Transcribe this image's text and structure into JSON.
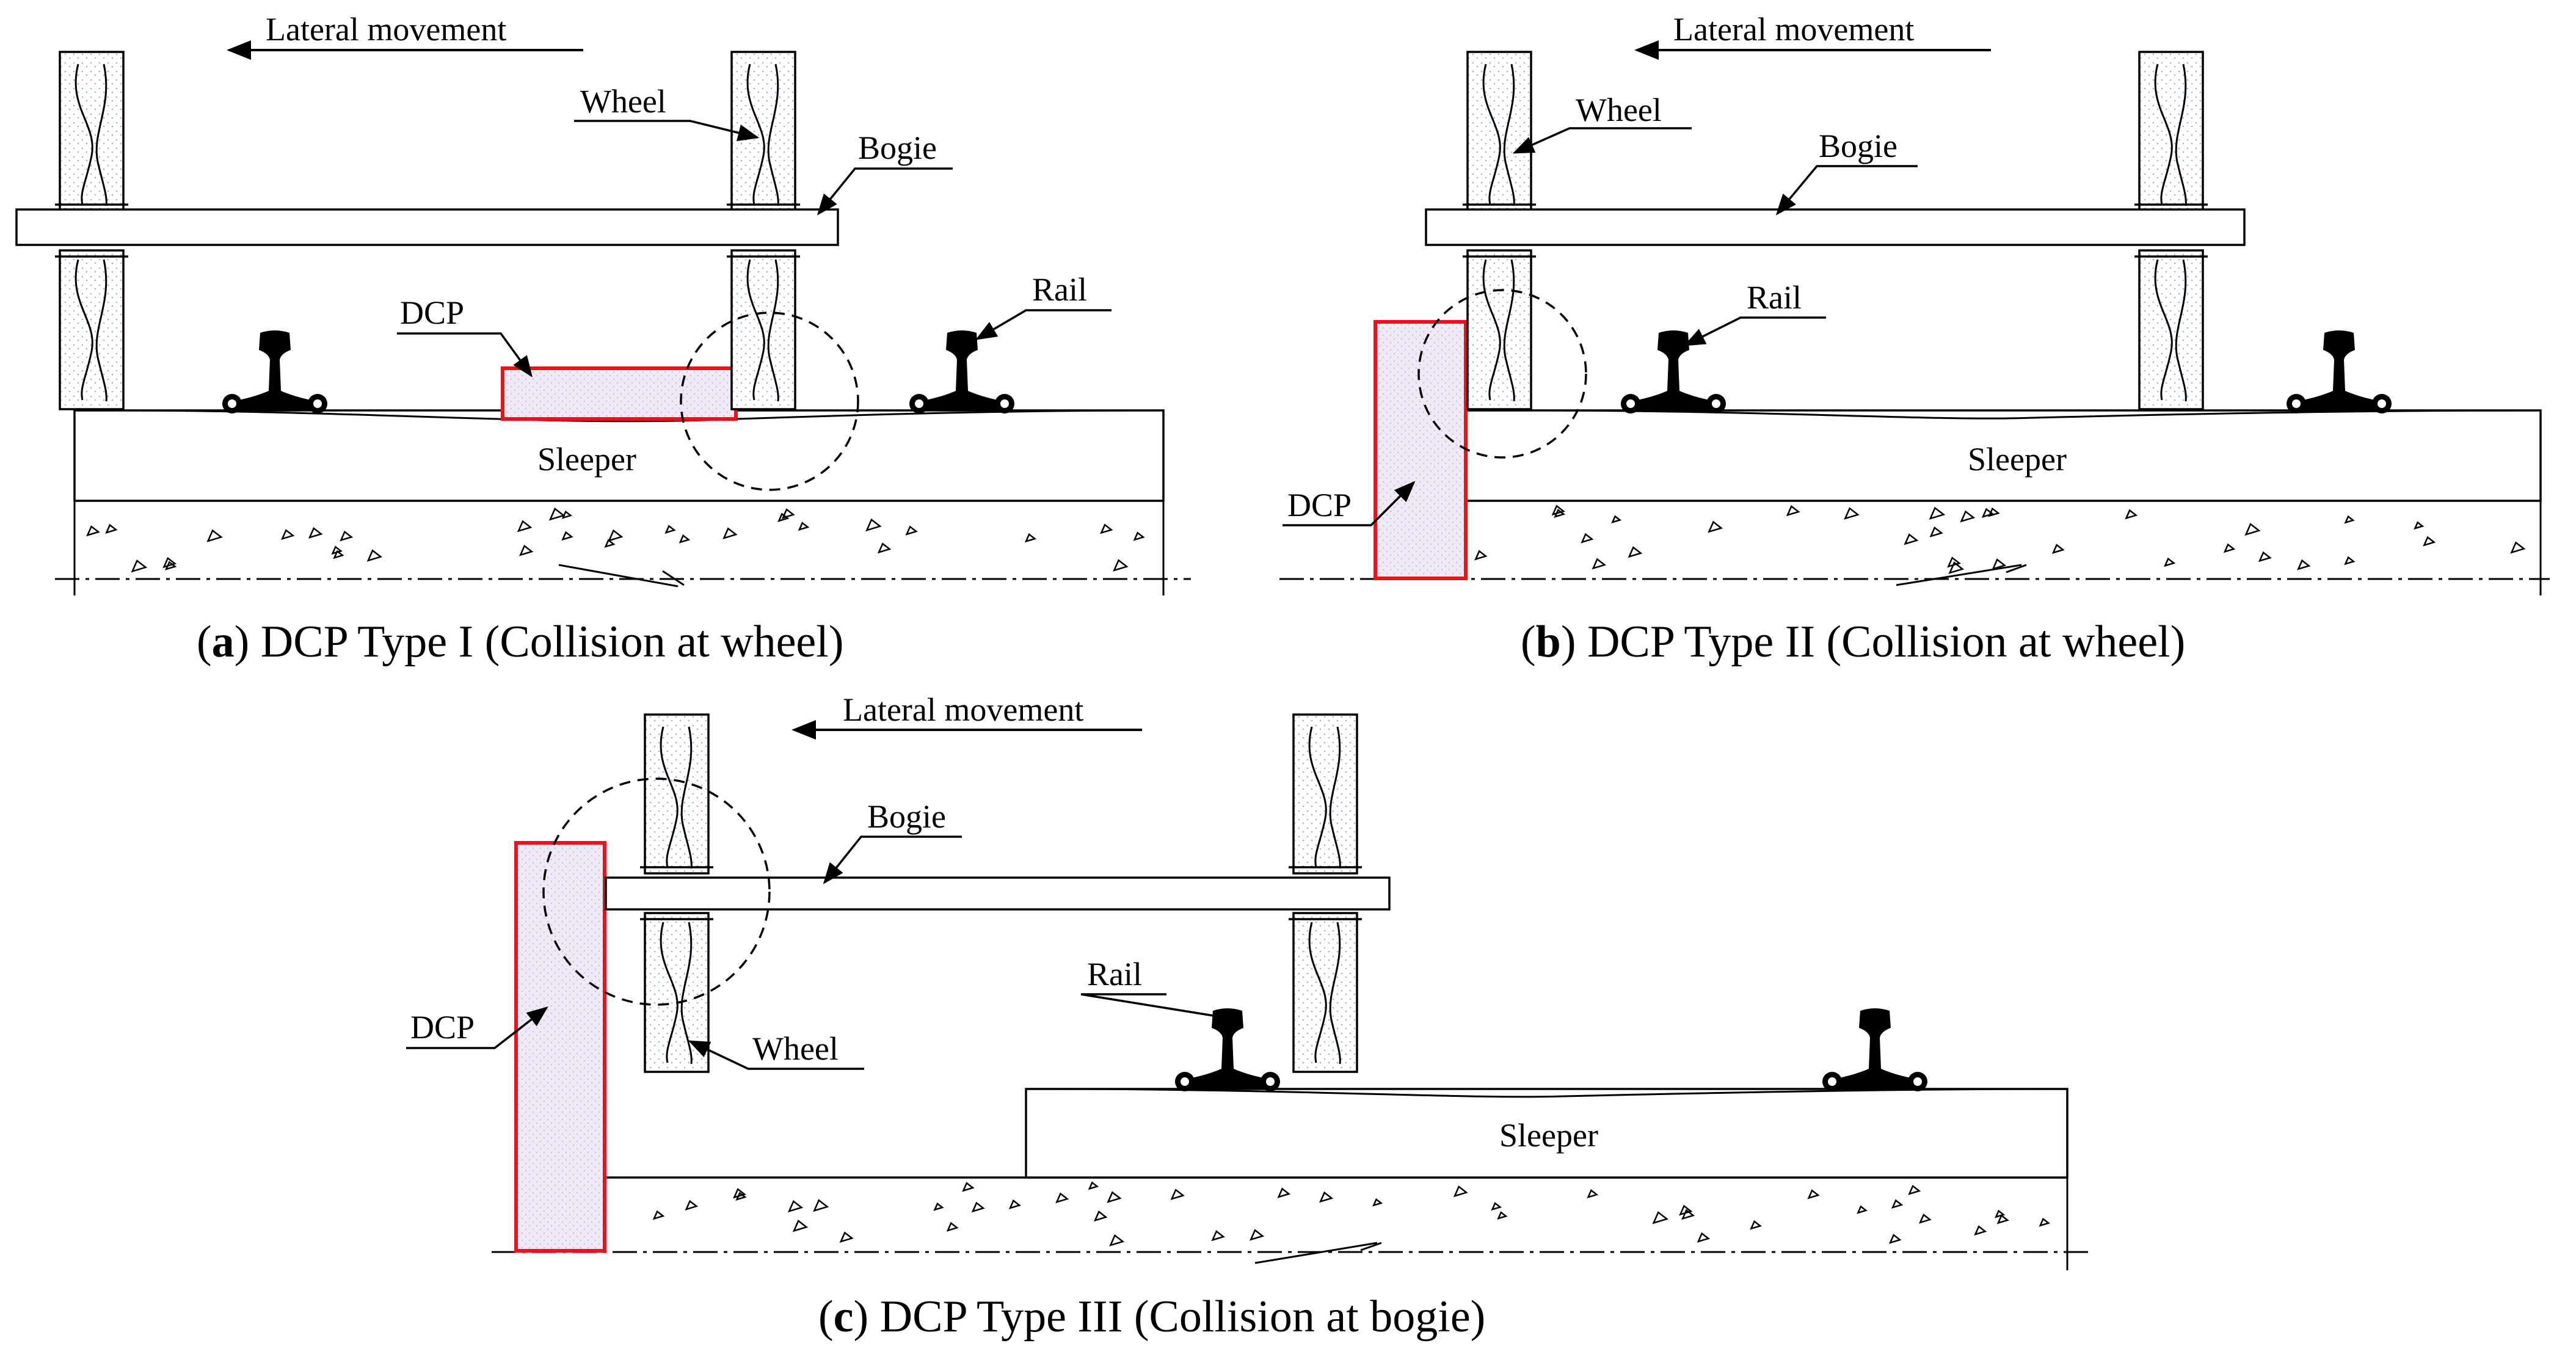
{
  "colors": {
    "line": "#000000",
    "dcp_outline": "#e8141c",
    "dcp_fill": "#ece6f3",
    "stipple": "#c8d8ec"
  },
  "labels": {
    "lateral_movement": "Lateral movement",
    "wheel": "Wheel",
    "bogie": "Bogie",
    "rail": "Rail",
    "dcp": "DCP",
    "sleeper": "Sleeper"
  },
  "panels": [
    {
      "id": "a",
      "caption_letter": "a",
      "caption_rest": ") DCP Type I (Collision at wheel)"
    },
    {
      "id": "b",
      "caption_letter": "b",
      "caption_rest": ") DCP Type II (Collision at wheel)"
    },
    {
      "id": "c",
      "caption_letter": "c",
      "caption_rest": ") DCP Type III (Collision at bogie)"
    }
  ]
}
